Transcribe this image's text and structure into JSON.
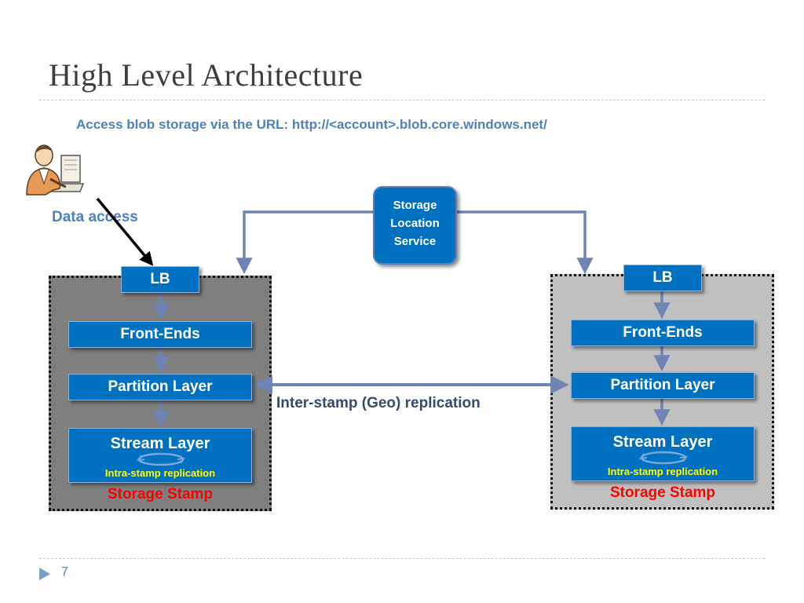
{
  "slide": {
    "title": "High Level Architecture",
    "subtitle": "Access blob storage via the URL: http://<account>.blob.core.windows.net/",
    "data_access_label": "Data access",
    "page_number": "7"
  },
  "storage_location_service": {
    "lines": [
      "Storage",
      "Location",
      "Service"
    ]
  },
  "inter_stamp_label": "Inter-stamp (Geo) replication",
  "stamps": {
    "left": {
      "lb": "LB",
      "front_ends": "Front-Ends",
      "partition": "Partition Layer",
      "stream": "Stream Layer",
      "intra": "Intra-stamp replication",
      "label": "Storage Stamp"
    },
    "right": {
      "lb": "LB",
      "front_ends": "Front-Ends",
      "partition": "Partition Layer",
      "stream": "Stream Layer",
      "intra": "Intra-stamp replication",
      "label": "Storage Stamp"
    }
  },
  "colors": {
    "box_blue": "#0070c0",
    "connector": "#7083b5",
    "stamp_label": "#ff0000",
    "intra_label": "#ffff00",
    "accent_text": "#4f81bd"
  },
  "icons": [
    "user-at-computer-icon",
    "slide-bullet-arrow-icon",
    "replication-cycle-icon"
  ]
}
